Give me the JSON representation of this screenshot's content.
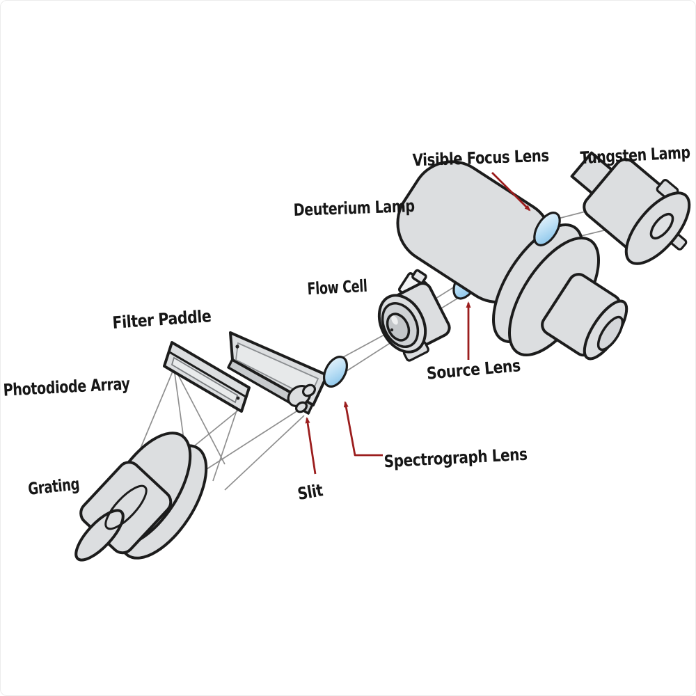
{
  "figure": {
    "type": "technical-diagram",
    "subject": "Spectrophotometer optical system exploded view",
    "labels": {
      "visible_focus_lens": "Visible Focus Lens",
      "tungsten_lamp": "Tungsten Lamp",
      "deuterium_lamp": "Deuterium Lamp",
      "flow_cell": "Flow Cell",
      "source_lens": "Source Lens",
      "filter_paddle": "Filter Paddle",
      "photodiode_array": "Photodiode Array",
      "spectrograph_lens": "Spectrograph Lens",
      "grating": "Grating",
      "slit": "Slit"
    },
    "colors": {
      "background": "#ffffff",
      "outline": "#1c1c1c",
      "body_fill": "#dcdee0",
      "body_shade": "#c7cacd",
      "lens_blue_light": "#d6ecfa",
      "lens_blue": "#8fc8ec",
      "arrow_red": "#9b1d1d",
      "ray_gray": "#8f8f8f"
    }
  }
}
